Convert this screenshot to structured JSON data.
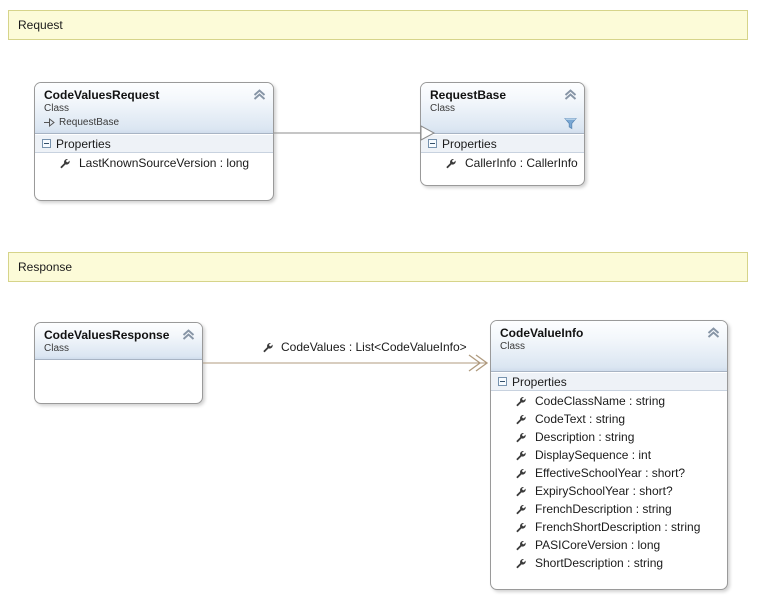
{
  "diagram": {
    "type": "uml-class-diagram",
    "background_color": "#ffffff",
    "sections": [
      {
        "id": "request",
        "label": "Request",
        "fill": "#fcfbd8",
        "border": "#d6d48a"
      },
      {
        "id": "response",
        "label": "Response",
        "fill": "#fcfbd8",
        "border": "#d6d48a"
      }
    ],
    "classes": [
      {
        "id": "code-values-request",
        "name": "CodeValuesRequest",
        "stereotype": "Class",
        "base_class": "RequestBase",
        "has_base_indicator": true,
        "collapse_icon": "chevron-up-icon",
        "filter_icon": null,
        "compartments": [
          {
            "name": "Properties",
            "members": [
              {
                "icon": "wrench-icon",
                "label": "LastKnownSourceVersion : long"
              }
            ]
          }
        ]
      },
      {
        "id": "request-base",
        "name": "RequestBase",
        "stereotype": "Class",
        "base_class": null,
        "has_base_indicator": false,
        "collapse_icon": "chevron-up-icon",
        "filter_icon": "filter-funnel-icon",
        "compartments": [
          {
            "name": "Properties",
            "members": [
              {
                "icon": "wrench-icon",
                "label": "CallerInfo : CallerInfo"
              }
            ]
          }
        ]
      },
      {
        "id": "code-values-response",
        "name": "CodeValuesResponse",
        "stereotype": "Class",
        "base_class": null,
        "has_base_indicator": false,
        "collapse_icon": "chevron-up-icon",
        "filter_icon": null,
        "compartments": [
          {
            "name": null,
            "members": []
          }
        ]
      },
      {
        "id": "code-value-info",
        "name": "CodeValueInfo",
        "stereotype": "Class",
        "base_class": null,
        "has_base_indicator": false,
        "collapse_icon": "chevron-up-icon",
        "filter_icon": null,
        "compartments": [
          {
            "name": "Properties",
            "members": [
              {
                "icon": "wrench-icon",
                "label": "CodeClassName : string"
              },
              {
                "icon": "wrench-icon",
                "label": "CodeText : string"
              },
              {
                "icon": "wrench-icon",
                "label": "Description : string"
              },
              {
                "icon": "wrench-icon",
                "label": "DisplaySequence : int"
              },
              {
                "icon": "wrench-icon",
                "label": "EffectiveSchoolYear : short?"
              },
              {
                "icon": "wrench-icon",
                "label": "ExpirySchoolYear : short?"
              },
              {
                "icon": "wrench-icon",
                "label": "FrenchDescription : string"
              },
              {
                "icon": "wrench-icon",
                "label": "FrenchShortDescription : string"
              },
              {
                "icon": "wrench-icon",
                "label": "PASICoreVersion : long"
              },
              {
                "icon": "wrench-icon",
                "label": "ShortDescription : string"
              }
            ]
          }
        ]
      }
    ],
    "connectors": [
      {
        "id": "inheritance-connector",
        "kind": "inheritance",
        "from": "CodeValuesRequest",
        "to": "RequestBase",
        "color": "#8c8c8c",
        "arrowhead": "hollow-triangle",
        "label": null
      },
      {
        "id": "association-connector",
        "kind": "association",
        "from": "CodeValuesResponse",
        "to": "CodeValueInfo",
        "color": "#b09b7f",
        "arrowhead": "open-double-chevron",
        "label": "CodeValues : List<CodeValueInfo>",
        "label_icon": "wrench-icon"
      }
    ]
  }
}
